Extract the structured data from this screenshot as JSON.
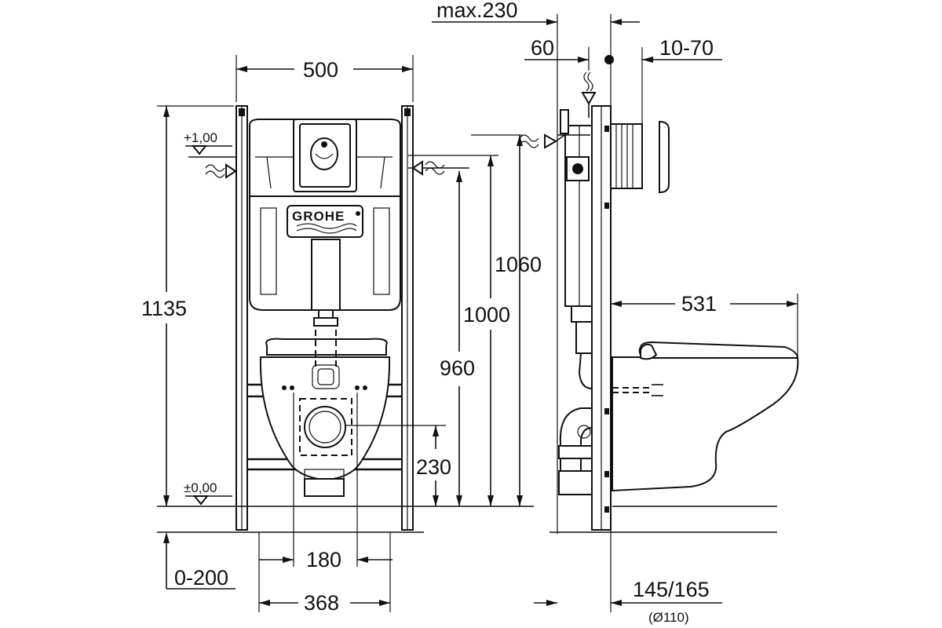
{
  "brand": "GROHE",
  "levels": {
    "top": "+1,00",
    "floor": "±0,00"
  },
  "dimensions": {
    "frame_width": "500",
    "total_height": "1135",
    "height_1060": "1060",
    "height_1000": "1000",
    "height_960": "960",
    "height_230": "230",
    "bolt_spacing": "180",
    "floor_leg_range": "0-200",
    "foot_width": "368",
    "max_depth": "max.230",
    "depth_60": "60",
    "adjust_range": "10-70",
    "bowl_projection": "531",
    "drain_depth": "145/165",
    "drain_diameter": "(Ø110)"
  },
  "icons": {
    "water_supply": "water-supply-arrow-icon",
    "level_marker": "level-triangle-icon"
  }
}
